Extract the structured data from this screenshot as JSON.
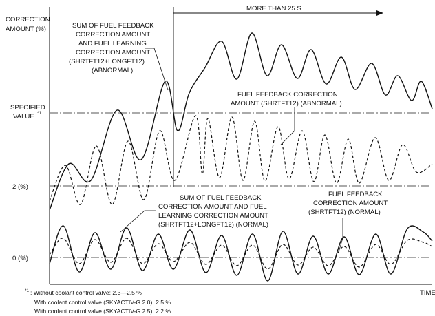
{
  "y_axis_title": [
    "CORRECTION",
    "AMOUNT (%)"
  ],
  "x_axis_title": "TIME",
  "duration_note": "MORE THAN 25 S",
  "levels": {
    "specified": {
      "label_lines": [
        "SPECIFIED",
        "VALUE"
      ],
      "superscript": "*1"
    },
    "two_percent": {
      "label": "2 (%)"
    },
    "zero_percent": {
      "label": "0 (%)"
    }
  },
  "curves": {
    "sum_abnormal": {
      "label_lines": [
        "SUM OF FUEL FEEDBACK",
        "CORRECTION AMOUNT",
        "AND FUEL LEARNING",
        "CORRECTION AMOUNT",
        "(SHRTFT12+LONGFT12)",
        "(ABNORMAL)"
      ],
      "style": "solid"
    },
    "feedback_abnormal": {
      "label_lines": [
        "FUEL FEEDBACK CORRECTION",
        "AMOUNT (SHRTFT12) (ABNORMAL)"
      ],
      "style": "dashed"
    },
    "sum_normal": {
      "label_lines": [
        "SUM OF FUEL FEEDBACK",
        "CORRECTION AMOUNT AND FUEL",
        "LEARNING CORRECTION AMOUNT",
        "(SHRTFT12+LONGFT12) (NORMAL)"
      ],
      "style": "solid"
    },
    "feedback_normal": {
      "label_lines": [
        "FUEL FEEDBACK",
        "CORRECTION AMOUNT",
        "(SHRTFT12) (NORMAL)"
      ],
      "style": "dashed"
    }
  },
  "footnote": {
    "marker": "*1",
    "lines": [
      ": Without coolant control valve: 2.3—2.5 %",
      "With coolant control valve (SKYACTIV-G 2.0): 2.5 %",
      "With coolant control valve (SKYACTIV-G 2.5): 2.2 %"
    ]
  },
  "colors": {
    "line": "#111111",
    "guide": "#555555",
    "background": "#ffffff"
  }
}
